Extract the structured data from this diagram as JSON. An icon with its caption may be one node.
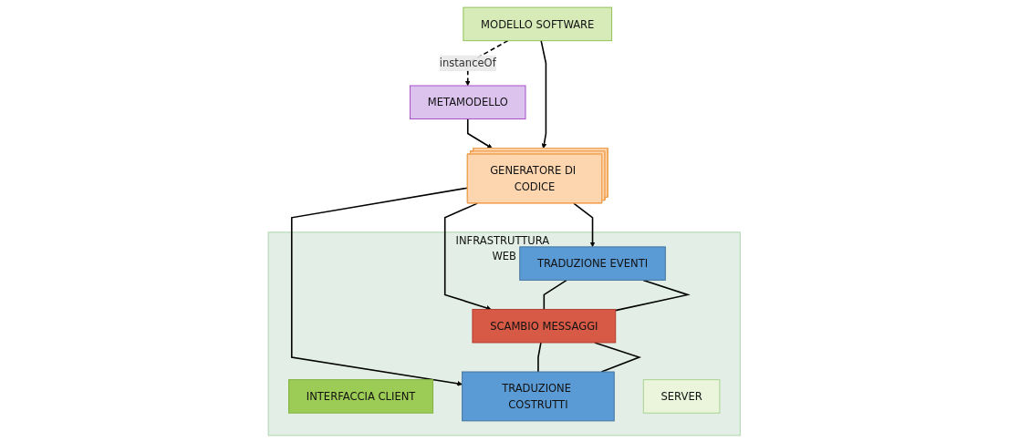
{
  "diagram": {
    "nodes": [
      {
        "text": [
          "METAMODELLO"
        ]
      },
      {
        "text": [
          "MODELLO SOFTWARE"
        ]
      },
      {
        "text": [
          "GENERATORE DI CODICE"
        ]
      },
      {
        "text": [
          "INFRASTRUTTURA WEB"
        ]
      },
      {
        "text": [
          "INTERFACCIA CLIENT"
        ],
        "in": 3
      },
      {
        "text": [
          "TRADUZIONE EVENTI"
        ],
        "in": 3
      },
      {
        "text": [
          "SCAMBIO MESSAGGI"
        ],
        "in": 3
      },
      {
        "text": [
          "TRADUZIONE COSTRUTTI"
        ],
        "in": 3
      },
      {
        "text": [
          "SERVER"
        ],
        "in": 3
      }
    ],
    "edges": [
      {
        "from": 1,
        "to": 0,
        "arrow": "to",
        "label": "instanceOf",
        "style": "dashed"
      },
      {
        "from": 0,
        "to": 2,
        "arrow": "to"
      },
      {
        "from": 1,
        "to": 2,
        "arrow": "to"
      },
      {
        "from": 2,
        "to": 5,
        "arrow": "to"
      },
      {
        "from": 2,
        "to": 6,
        "arrow": "to"
      },
      {
        "from": 2,
        "to": 7,
        "arrow": "to"
      },
      {
        "from": 5,
        "to": 6,
        "arrow": "none"
      },
      {
        "from": 5,
        "to": 6,
        "arrow": "none"
      },
      {
        "from": 6,
        "to": 7,
        "arrow": "none"
      },
      {
        "from": 6,
        "to": 7,
        "arrow": "none"
      }
    ]
  }
}
